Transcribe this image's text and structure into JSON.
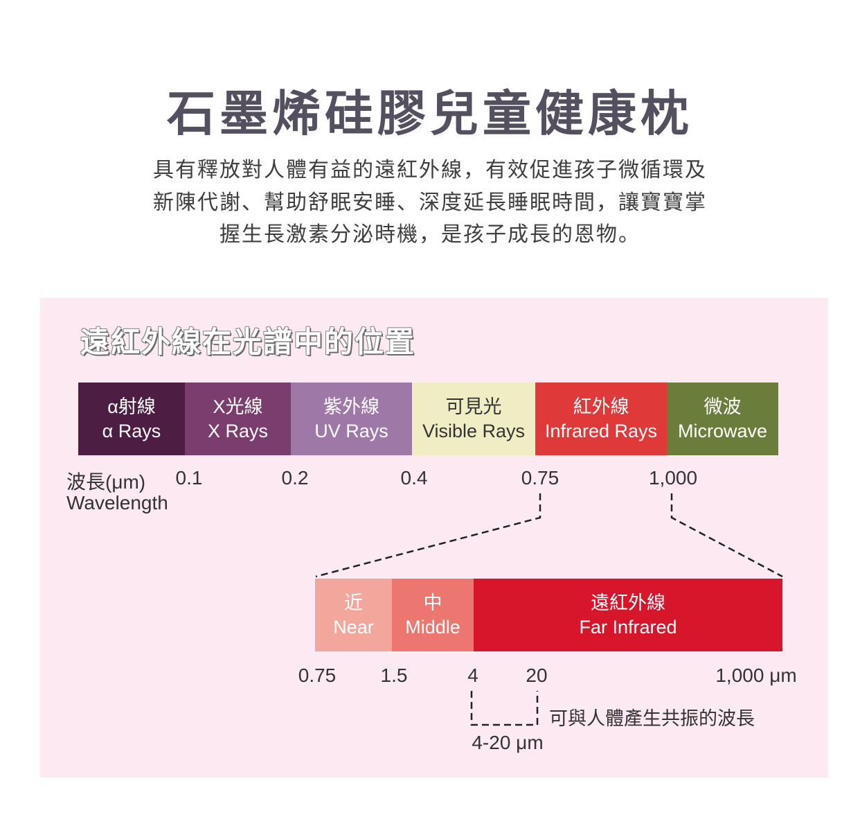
{
  "title": "石墨烯硅膠兒童健康枕",
  "description": [
    "具有釋放對人體有益的遠紅外線，有效促進孩子微循環及",
    "新陳代謝、幫助舒眠安睡、深度延長睡眠時間，讓寶寶掌",
    "握生長激素分泌時機，是孩子成長的恩物。"
  ],
  "diagram": {
    "heading": "遠紅外線在光譜中的位置",
    "spectrum": [
      {
        "zh": "α射線",
        "en": "α Rays",
        "color": "#4e1d44"
      },
      {
        "zh": "X光線",
        "en": "X Rays",
        "color": "#7a3d6e"
      },
      {
        "zh": "紫外線",
        "en": "UV Rays",
        "color": "#9e79a8"
      },
      {
        "zh": "可見光",
        "en": "Visible Rays",
        "color": "#f0ecc4"
      },
      {
        "zh": "紅外線",
        "en": "Infrared Rays",
        "color": "#e0393a"
      },
      {
        "zh": "微波",
        "en": "Microwave",
        "color": "#6b7d3a"
      }
    ],
    "wavelength_label_zh": "波長(μm)",
    "wavelength_label_en": "Wavelength",
    "spectrum_ticks": [
      "0.1",
      "0.2",
      "0.4",
      "0.75",
      "1,000"
    ],
    "infrared": [
      {
        "zh": "近",
        "en": "Near",
        "color": "#f2a69c"
      },
      {
        "zh": "中",
        "en": "Middle",
        "color": "#ec7670"
      },
      {
        "zh": "遠紅外線",
        "en": "Far Infrared",
        "color": "#d7152b"
      }
    ],
    "infrared_ticks": [
      "0.75",
      "1.5",
      "4",
      "20",
      "1,000 μm"
    ],
    "resonance_note": "可與人體產生共振的波長",
    "resonance_range": "4-20 μm"
  }
}
